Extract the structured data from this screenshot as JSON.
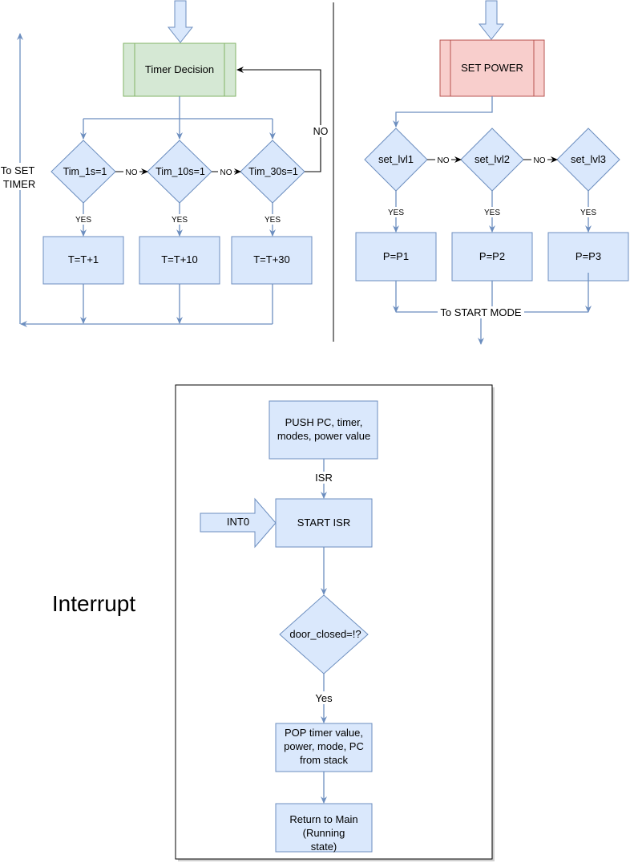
{
  "timer_section": {
    "decision": "Timer Decision",
    "to_set_timer_line1": "To SET",
    "to_set_timer_line2": "TIMER",
    "no_loop": "NO",
    "diamonds": [
      "Tim_1s=1",
      "Tim_10s=1",
      "Tim_30s=1"
    ],
    "no_label": "NO",
    "yes_label": "YES",
    "actions": [
      "T=T+1",
      "T=T+10",
      "T=T+30"
    ]
  },
  "power_section": {
    "set_power": "SET POWER",
    "diamonds": [
      "set_lvl1",
      "set_lvl2",
      "set_lvl3"
    ],
    "no_label": "NO",
    "yes_label": "YES",
    "actions": [
      "P=P1",
      "P=P2",
      "P=P3"
    ],
    "to_start_mode": "To START MODE"
  },
  "interrupt_section": {
    "title": "Interrupt",
    "push_line1": "PUSH PC, timer,",
    "push_line2": "modes, power value",
    "isr_label": "ISR",
    "int0": "INT0",
    "start_isr": "START ISR",
    "door_check": "door_closed=!?",
    "yes_label": "Yes",
    "pop_line1": "POP timer value,",
    "pop_line2": "power, mode, PC",
    "pop_line3": "from stack",
    "ret_line1": "Return to Main",
    "ret_line2": "(Running",
    "ret_line3": "state)"
  },
  "colors": {
    "blue_fill": "#dae8fc",
    "blue_stroke": "#6c8ebf",
    "green_fill": "#d5e8d4",
    "green_stroke": "#82b366",
    "red_fill": "#f8cecc",
    "red_stroke": "#b85450"
  }
}
